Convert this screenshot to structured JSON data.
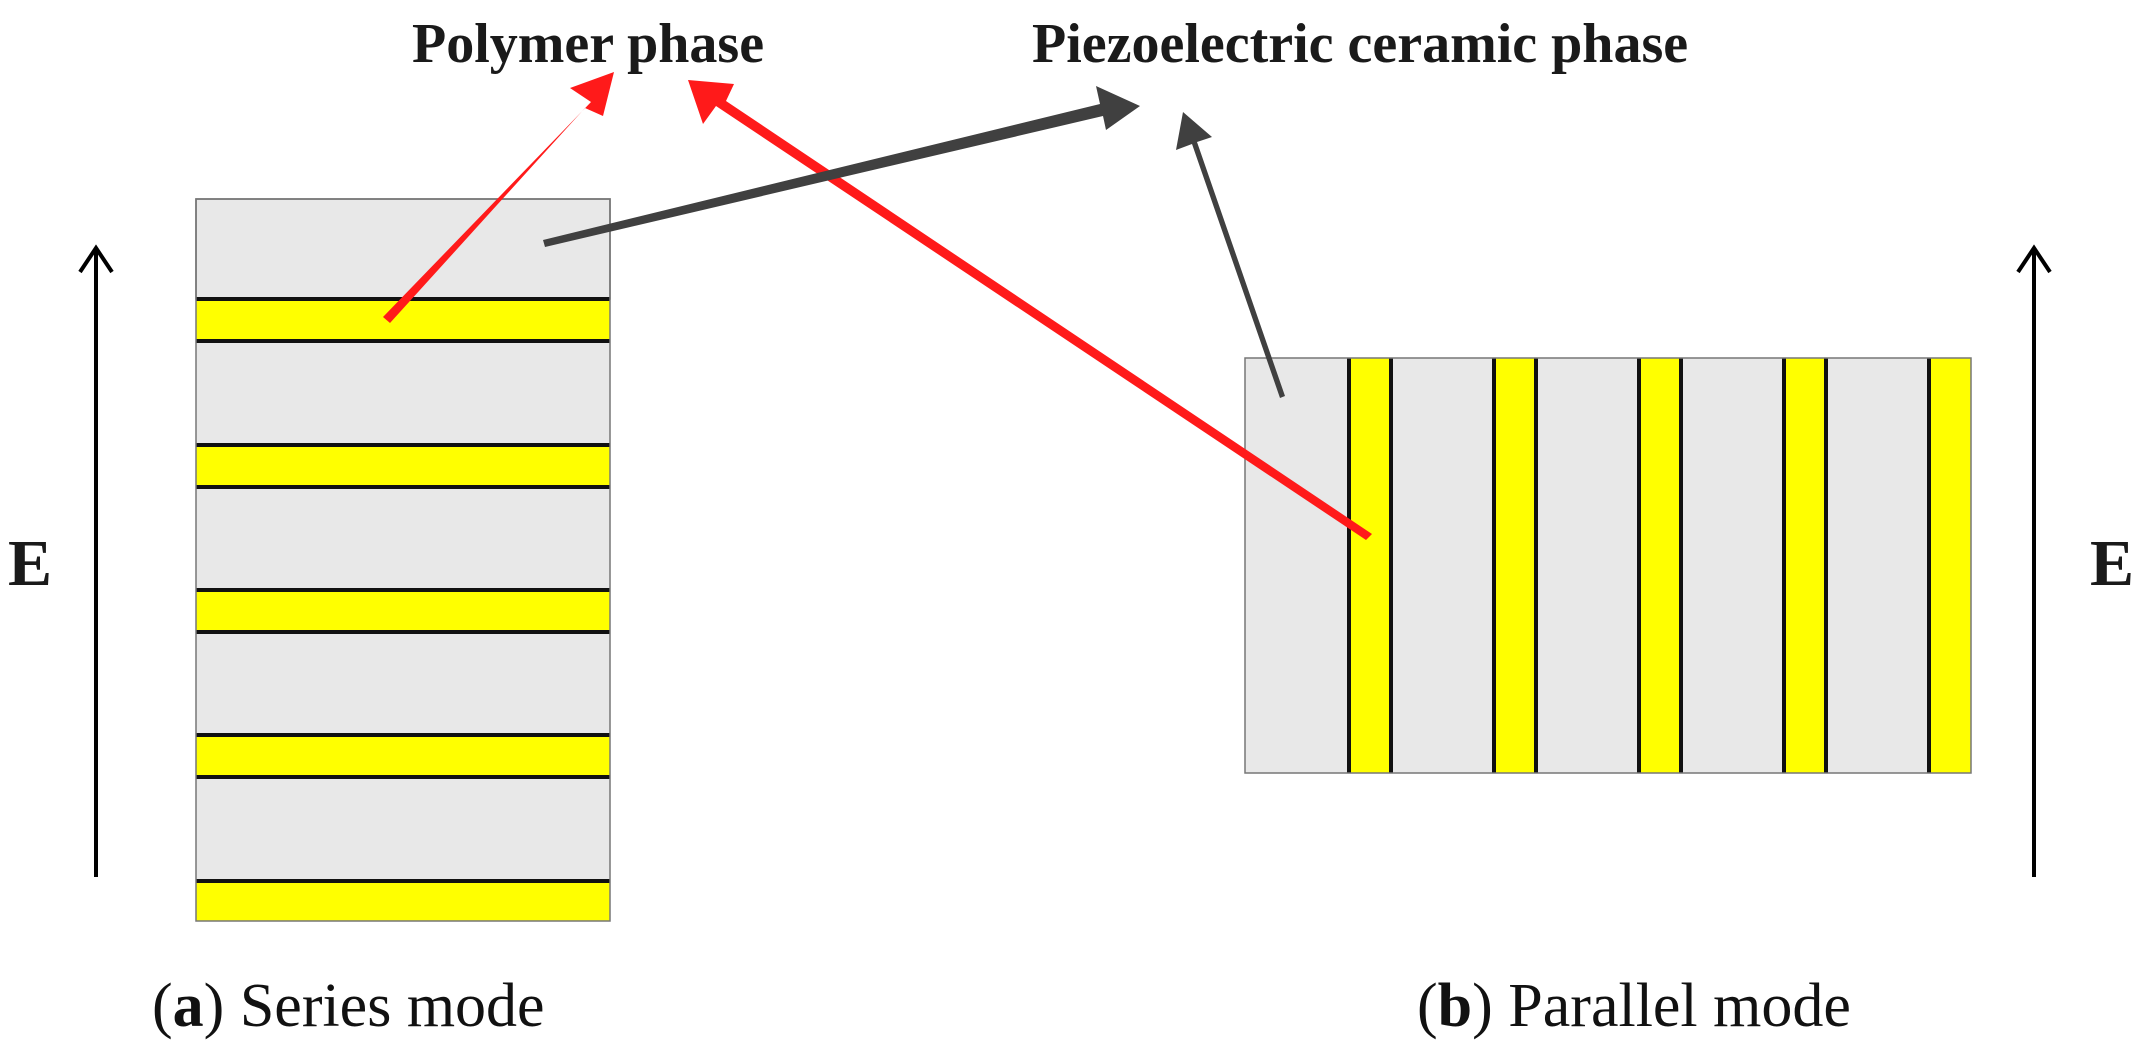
{
  "labels": {
    "polymer_phase": "Polymer phase",
    "ceramic_phase": "Piezoelectric ceramic phase",
    "field_left": "E",
    "field_right": "E"
  },
  "captions": {
    "a": {
      "letter": "a",
      "text": " Series mode"
    },
    "b": {
      "letter": "b",
      "text": " Parallel mode"
    }
  },
  "colors": {
    "polymer": "#ffff00",
    "ceramic": "#e8e8e8",
    "polymer_pointer": "#ff1a1a",
    "ceramic_pointer": "#404040",
    "line": "#000000"
  }
}
